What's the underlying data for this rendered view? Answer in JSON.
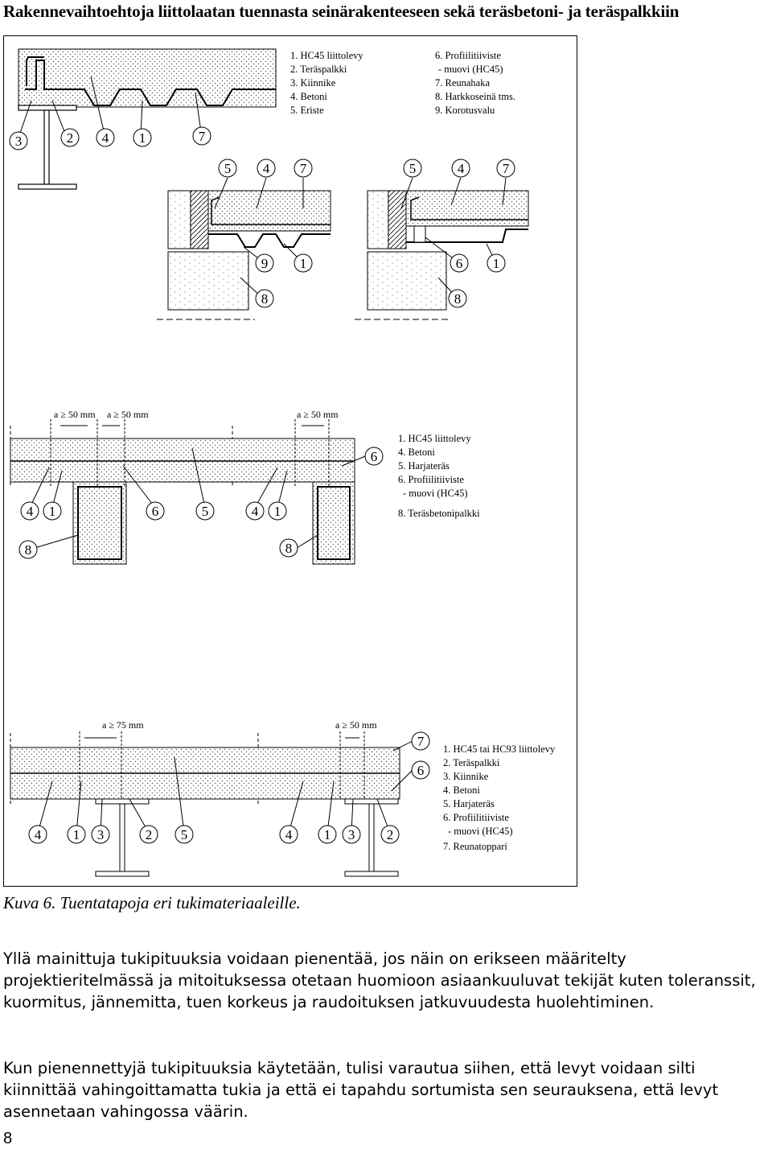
{
  "page_title": "Rakennevaihtoehtoja liittolaatan tuennasta seinärakenteeseen sekä teräsbetoni- ja teräspalkkiin",
  "figure": {
    "detail1_legend_a": [
      "1. HC45  liittolevy",
      "2. Teräspalkki",
      "3. Kiinnike",
      "4. Betoni",
      "5. Eriste"
    ],
    "detail1_legend_b": [
      "6. Profiilitiiviste",
      "- muovi (HC45)",
      "7. Reunahaka",
      "8. Harkkoseinä tms.",
      "9. Korotusvalu"
    ],
    "detail1_callouts": [
      "3",
      "2",
      "4",
      "1",
      "7"
    ],
    "detail2_callouts": [
      "5",
      "4",
      "7",
      "9",
      "1",
      "8"
    ],
    "detail3_callouts": [
      "5",
      "4",
      "7",
      "6",
      "1",
      "8"
    ],
    "detail4_dims": [
      "a ≥ 50 mm",
      "a ≥ 50 mm",
      "a ≥ 50 mm"
    ],
    "detail4_legend": [
      "1. HC45   liittolevy",
      "4. Betoni",
      "5. Harjateräs",
      "6. Profiilitiiviste",
      "- muovi (HC45)",
      "8. Teräsbetonipalkki"
    ],
    "detail4_callouts": [
      "4",
      "1",
      "6",
      "5",
      "4",
      "1",
      "6",
      "8",
      "8"
    ],
    "detail5_dims": [
      "a ≥ 75 mm",
      "a ≥ 50 mm"
    ],
    "detail5_legend": [
      "1. HC45 tai HC93 liittolevy",
      "2. Teräspalkki",
      "3. Kiinnike",
      "4. Betoni",
      "5. Harjateräs",
      "6. Profiilitiiviste",
      "- muovi (HC45)",
      "7. Reunatoppari"
    ],
    "detail5_callouts": [
      "4",
      "1",
      "3",
      "2",
      "5",
      "4",
      "1",
      "3",
      "2",
      "7",
      "6"
    ]
  },
  "caption": "Kuva 6. Tuentatapoja eri tukimateriaaleille.",
  "paragraph1": "Yllä mainittuja tukipituuksia voidaan pienentää, jos näin on erikseen määritelty projektieritelmässä ja mitoituksessa otetaan huomioon asiaankuuluvat tekijät kuten toleranssit, kuormitus, jännemitta, tuen korkeus ja raudoituksen jatkuvuudesta huolehtiminen.",
  "paragraph2": "Kun pienennettyjä tukipituuksia käytetään, tulisi varautua siihen, että levyt voidaan silti kiinnittää vahingoittamatta tukia ja että ei tapahdu sortumista sen seurauksena, että levyt asennetaan vahingossa väärin.",
  "page_number": "8"
}
